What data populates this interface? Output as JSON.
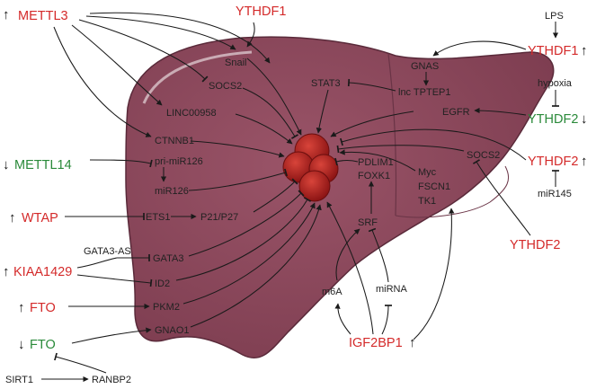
{
  "regulators": {
    "mettl3": "METTL3",
    "ythdf1_top": "YTHDF1",
    "ythdf1_right": "YTHDF1",
    "ythdf2_green": "YTHDF2",
    "ythdf2_red": "YTHDF2",
    "ythdf2_bottom": "YTHDF2",
    "mettl14": "METTL14",
    "wtap": "WTAP",
    "kiaa1429": "KIAA1429",
    "fto_red": "FTO",
    "fto_green": "FTO",
    "igf2bp1": "IGF2BP1"
  },
  "arrows": {
    "up": "↑",
    "down": "↓"
  },
  "targets": {
    "snail": "Snail",
    "socs2_left": "SOCS2",
    "linc00958": "LINC00958",
    "ctnnb1": "CTNNB1",
    "pri_mir126": "pri-miR126",
    "mir126": "miR126",
    "ets1": "ETS1",
    "p21_p27": "P21/P27",
    "gata3_as": "GATA3-AS",
    "gata3": "GATA3",
    "id2": "ID2",
    "pkm2": "PKM2",
    "gnao1": "GNAO1",
    "stat3": "STAT3",
    "gnas": "GNAS",
    "lnc_tptep1": "lnc TPTEP1",
    "egfr": "EGFR",
    "socs2_right": "SOCS2",
    "pdlim1": "PDLIM1",
    "foxk1": "FOXK1",
    "myc": "Myc",
    "fscn1": "FSCN1",
    "tk1": "TK1",
    "srf": "SRF",
    "m6a": "m6A",
    "mirna": "miRNA",
    "lps": "LPS",
    "hypoxia": "hypoxia",
    "mir145": "miR145",
    "sirt1": "SIRT1",
    "ranbp2": "RANBP2"
  },
  "colors": {
    "liver_fill": "#8e4a5e",
    "liver_edge": "#5a2a3a",
    "tumor": "#b5201f",
    "up_regulated": "#d42a2a",
    "down_regulated": "#2a8a3a"
  }
}
